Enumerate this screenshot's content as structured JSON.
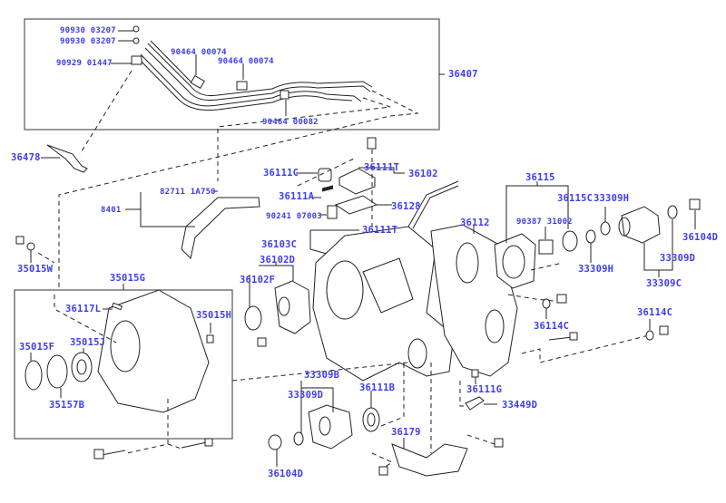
{
  "diagram": {
    "title": "Transfer case assembly exploded parts diagram",
    "label_color": "#3c3cf0",
    "line_color": "#222222",
    "groups": [
      {
        "id": "36407",
        "label": "36407",
        "children": [
          "90930 03207",
          "90930 03207",
          "90929 01447",
          "90464 00074",
          "90464 00074",
          "90464 00082"
        ]
      },
      {
        "id": "35015G",
        "label": "35015G",
        "children": [
          "36117L",
          "35015H",
          "35015F",
          "35015J",
          "35157B"
        ]
      },
      {
        "id": "36102",
        "label": "36102",
        "children": [
          "36111T"
        ]
      },
      {
        "id": "36115",
        "label": "36115",
        "children": [
          "90387 31002",
          "36115C"
        ]
      },
      {
        "id": "33309C",
        "label": "33309C",
        "children": [
          "33309D"
        ]
      },
      {
        "id": "33309B",
        "label": "33309B",
        "children": [
          "33309D"
        ]
      },
      {
        "id": "36102D",
        "label": "36102D",
        "children": [
          "36102F"
        ]
      },
      {
        "id": "8401",
        "label": "8401",
        "children": [
          "82711 1A750"
        ]
      }
    ],
    "labels": {
      "p90930a": "90930 03207",
      "p90930b": "90930 03207",
      "p90929": "90929 01447",
      "p90464a": "90464 00074",
      "p90464b": "90464 00074",
      "p90464c": "90464 00082",
      "p36407": "36407",
      "p36478": "36478",
      "p82711": "82711 1A750",
      "p8401": "8401",
      "p36111c": "36111C",
      "p36111t1": "36111T",
      "p36102": "36102",
      "p36111a": "36111A",
      "p36128": "36128",
      "p90241": "90241 07003",
      "p36111t2": "36111T",
      "p36103c": "36103C",
      "p36102d": "36102D",
      "p36102f": "36102F",
      "p36115": "36115",
      "p36112": "36112",
      "p36115c": "36115C",
      "p33309h1": "33309H",
      "p90387": "90387 31002",
      "p33309h2": "33309H",
      "p36104d1": "36104D",
      "p33309d1": "33309D",
      "p33309c": "33309C",
      "p35015w": "35015W",
      "p35015g": "35015G",
      "p36117l": "36117L",
      "p35015h": "35015H",
      "p35015f": "35015F",
      "p35015j": "35015J",
      "p35157b": "35157B",
      "p36114c1": "36114C",
      "p36114c2": "36114C",
      "p36111g": "36111G",
      "p33449d": "33449D",
      "p33309b": "33309B",
      "p33309d2": "33309D",
      "p36111b": "36111B",
      "p36179": "36179",
      "p36104d2": "36104D"
    }
  }
}
